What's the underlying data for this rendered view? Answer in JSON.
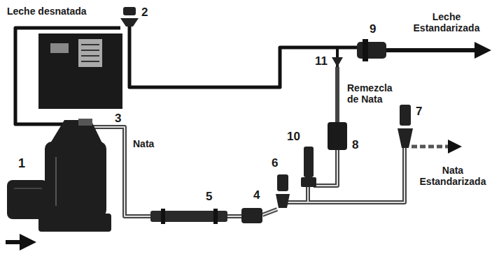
{
  "diagram": {
    "labels": [
      "Leche desnatada",
      "2",
      "3",
      "1",
      "Nata",
      "5",
      "4",
      "6",
      "10",
      "8",
      "7",
      "11",
      "9",
      "Leche Estandarizada",
      "Remezcla de Nata",
      "Nata Estandarizada"
    ]
  }
}
